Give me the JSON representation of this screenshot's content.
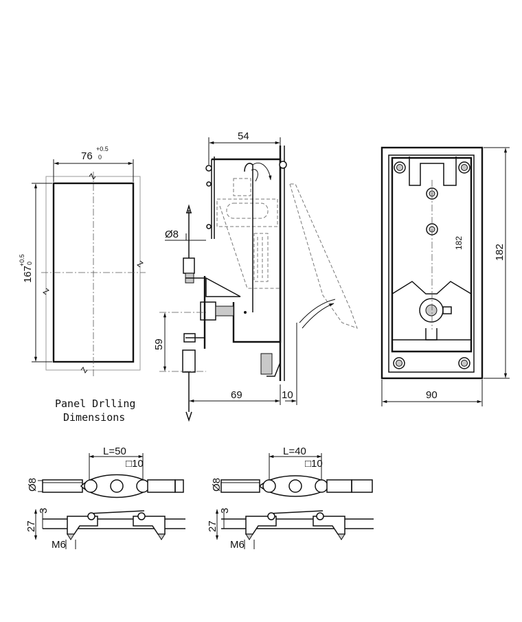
{
  "panel": {
    "width_label": "76",
    "width_tol_upper": "+0.5",
    "width_tol_lower": "0",
    "height_label": "167",
    "height_tol_upper": "+0.5",
    "height_tol_lower": "0",
    "caption_line1": "Panel Drlling",
    "caption_line2": "Dimensions"
  },
  "side_view": {
    "depth_label": "54",
    "rod_diameter_label": "Ø8",
    "lower_height_label": "59",
    "rod_offset_label": "69",
    "flange_label": "10"
  },
  "front_view": {
    "inner_height_label": "182",
    "outer_height_label": "182",
    "width_label": "90"
  },
  "linkage_left": {
    "length_label": "L=50",
    "square_label": "□10",
    "diameter_label": "Ø8",
    "offset_label": "3",
    "height_label": "27",
    "thread_label": "M6"
  },
  "linkage_right": {
    "length_label": "L=40",
    "square_label": "□10",
    "diameter_label": "Ø8",
    "offset_label": "3",
    "height_label": "27",
    "thread_label": "M6"
  }
}
